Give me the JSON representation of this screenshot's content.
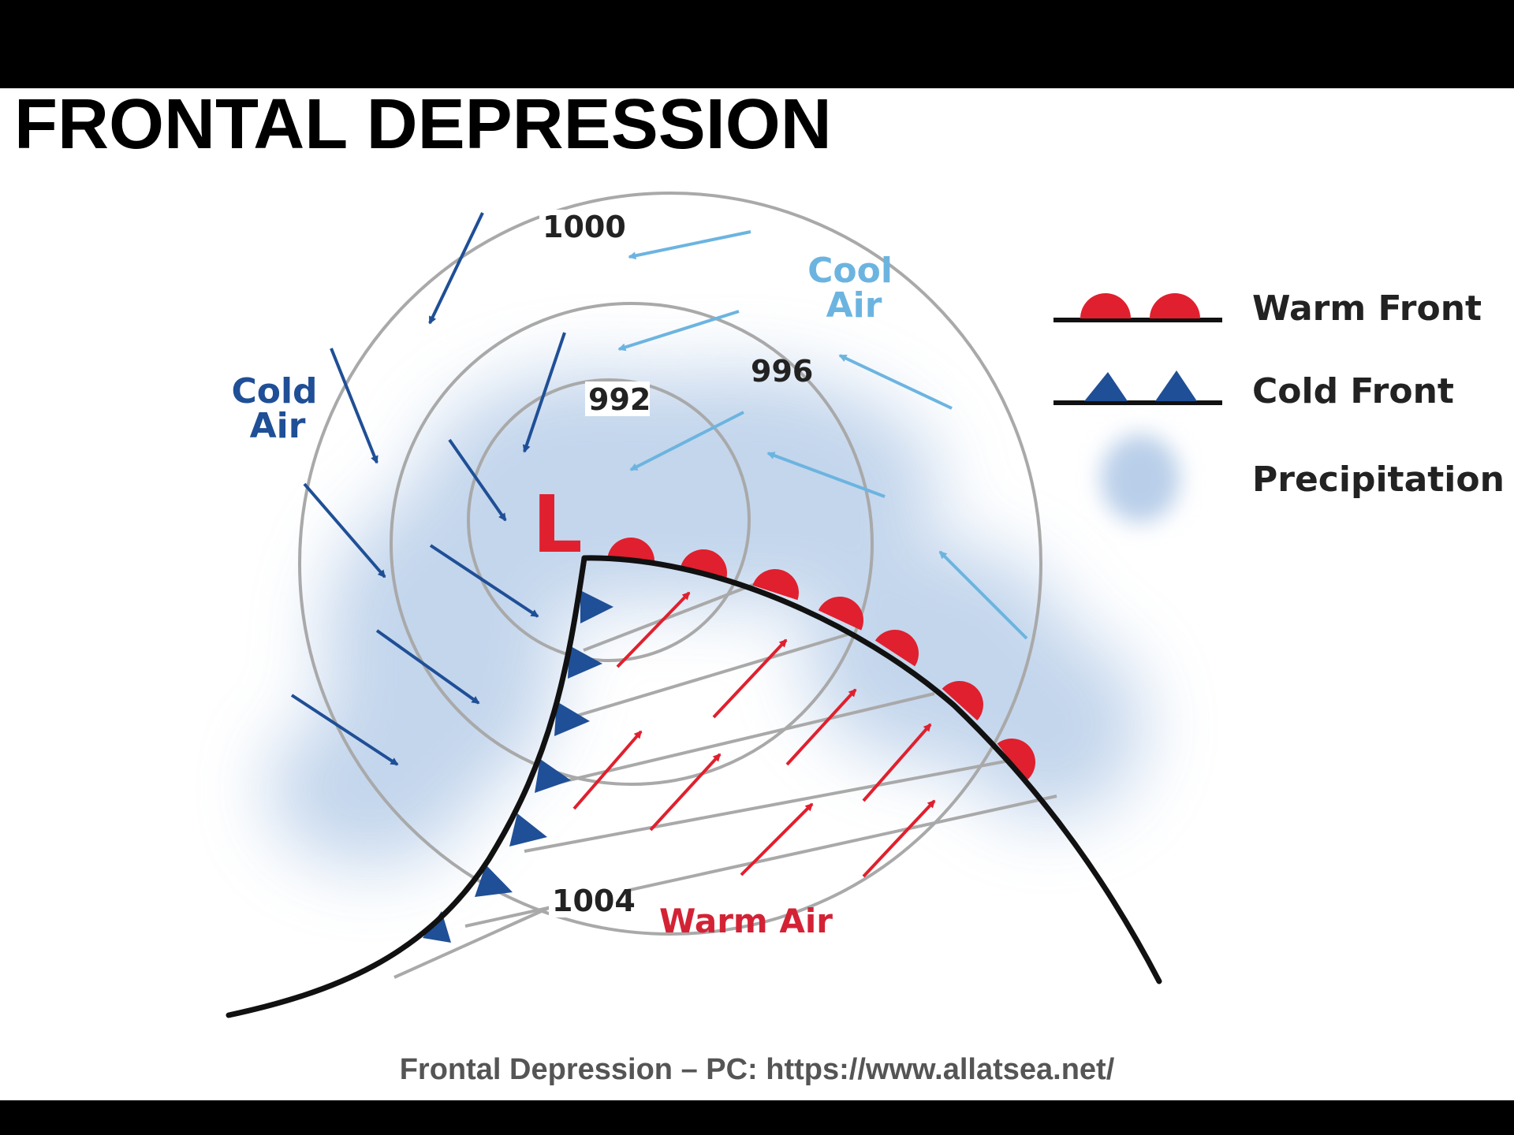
{
  "page": {
    "title": "FRONTAL DEPRESSION",
    "caption": "Frontal Depression – PC: https://www.allatsea.net/"
  },
  "diagram": {
    "low_label": "L",
    "isobars": [
      {
        "label": "992"
      },
      {
        "label": "996"
      },
      {
        "label": "1000"
      },
      {
        "label": "1004"
      }
    ],
    "air_masses": {
      "cold": [
        "Cold",
        "Air"
      ],
      "cool": [
        "Cool",
        "Air"
      ],
      "warm": "Warm Air"
    },
    "legend": {
      "warm_front": "Warm Front",
      "cold_front": "Cold Front",
      "precipitation": "Precipitation"
    },
    "colors": {
      "warm": "#e0202e",
      "cold": "#1f4f96",
      "cool": "#6cb4e0",
      "precip": "#b9cfe9",
      "isobar": "#a9a9a9",
      "front": "#111111"
    }
  }
}
